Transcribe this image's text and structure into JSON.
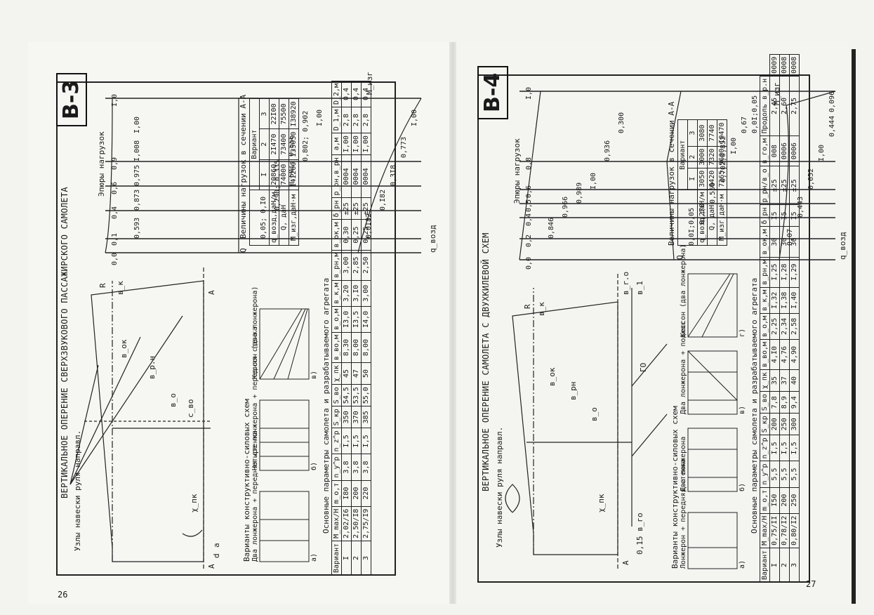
{
  "left": {
    "page_number": "26",
    "badge": "В-3",
    "title": "ВЕРТИКАЛЬНОЕ ОПЕРЕНИЕ СВЕРХЗВУКОВОГО ПАССАЖИРСКОГО САМОЛЕТА",
    "node_label": "Узлы навески руля направл.",
    "diagram_labels": {
      "sec_a": "А",
      "sec_a2": "А",
      "R": "R",
      "bk": "в_к",
      "bok": "в_ок",
      "brn": "в_р.н",
      "bo": "в_о",
      "chi": "χ_пк",
      "ceo": "с_во",
      "a": "a",
      "d": "d"
    },
    "epure_title": "Эпюры нагрузок",
    "q_label": "q_возд",
    "Q_label": "Q",
    "M_label": "M_изг",
    "epure_values": {
      "axis": [
        "0,0",
        "0,1",
        "0,4",
        "0,6",
        "0,9",
        "I,0"
      ],
      "q": [
        "0,593",
        "0,873",
        "0,975",
        "I,008",
        "I,00"
      ],
      "Q": [
        "0,05; 0,I0",
        "0,290; 0,335",
        "0,50I; 0,556",
        "0,802; 0,902",
        "I,00"
      ],
      "M": [
        "0,0I82",
        "0,I82",
        "0,3I8",
        "0,773",
        "I,00"
      ]
    },
    "variants_title": "Варианты конструктивно-силовых схем",
    "variants": [
      "Два лонжерона + передняя стенка",
      "Четыре лонжерона + передняя стенка",
      "Кессон (два лонжерона)"
    ],
    "variant_tags": [
      "а)",
      "б)",
      "в)"
    ],
    "loads_title": "Величины нагрузок в сечении А-А",
    "loads": {
      "header": "Вариант",
      "cols": [
        "I",
        "2",
        "3"
      ],
      "rows": [
        {
          "name": "q_возд,даН/м",
          "vals": [
            "20860",
            "2I470",
            "22I00"
          ]
        },
        {
          "name": "Q, даН",
          "vals": [
            "74000",
            "73400",
            "75500"
          ]
        },
        {
          "name": "M_изг,даН·м",
          "vals": [
            "I4I260",
            "I35050",
            "I38920"
          ]
        }
      ]
    },
    "main_title": "Основные параметры самолета и разрабатываемого агрегата",
    "main_table": {
      "headers": [
        "Вариант",
        "M_max/H",
        "m_о,т",
        "n_y^р",
        "n_z^р",
        "S_кр",
        "S_во",
        "χ_пк",
        "в_во,м",
        "в_о,м",
        "в_к,м",
        "в_рн,м",
        "в_ок,м",
        "δ_рн",
        "р_рн,в_рн",
        "а,м",
        "D_1,м",
        "D_2,м"
      ],
      "rows": [
        [
          "I",
          "2,02/I6",
          "I80",
          "3,8",
          "I,5",
          "350",
          "54,5",
          "45",
          "8,30",
          "I3,0",
          "3,20",
          "3,00",
          "0,30",
          "±25",
          "0004",
          "I,00",
          "2,8",
          "0,4"
        ],
        [
          "2",
          "2,50/I8",
          "200",
          "3,8",
          "I,5",
          "370",
          "53,5",
          "47",
          "8,00",
          "I3,5",
          "3,I0",
          "2,85",
          "0,25",
          "±25",
          "0004",
          "I,00",
          "2,8",
          "0,4"
        ],
        [
          "3",
          "2,75/I9",
          "220",
          "3,8",
          "I,5",
          "385",
          "55,0",
          "50",
          "8,00",
          "I4,0",
          "3,00",
          "2,50",
          "0,25",
          "±25",
          "0004",
          "I,00",
          "2,8",
          "0,4"
        ]
      ]
    }
  },
  "right": {
    "page_number": "27",
    "badge": "В-4",
    "title": "ВЕРТИКАЛЬНОЕ ОПЕРЕНИЕ САМОЛЕТА С ДВУХКИЛЕВОЙ СХЕМ",
    "node_label": "Узлы навески руля направл.",
    "diagram_labels": {
      "sec_a": "А",
      "R": "R",
      "bk": "в_к",
      "bok": "в_ок",
      "brn": "в_рн",
      "bo": "в_о",
      "chi": "χ_пк",
      "bro": "в_r.o",
      "b1": "в_1",
      "base": "0,15 в_го",
      "go": "ГО"
    },
    "epure_title": "Эпюры нагрузок",
    "q_label": "q_возд",
    "Q_label": "Q",
    "M_label": "M_изг",
    "epure_values": {
      "axis": [
        "0,0",
        "0,2",
        "0,4",
        "0,5",
        "0,6",
        "0,8",
        "I,0"
      ],
      "q": [
        "0,846",
        "0,966",
        "0,989",
        "I,00",
        "0,936",
        "0,300"
      ],
      "Q": [
        "0,0I;0,05",
        "0,270",
        "0,550",
        "0,702;0,852",
        "I,00",
        "0,67",
        "0,0I;0,05"
      ],
      "M": [
        "0,07",
        "0,443",
        "0,652",
        "I,00",
        "0,444",
        "0,096"
      ]
    },
    "variants_title": "Варианты конструктивно-силовых схем",
    "variants": [
      "Лонжерон + передняя стенка",
      "Два лонжерона",
      "Два лонжерона + подкос",
      "Кессон (два лонжерона)"
    ],
    "variant_tags": [
      "а)",
      "б)",
      "в)",
      "г)"
    ],
    "loads_title": "Величины нагрузок в сечении А-А",
    "loads": {
      "header": "Вариант",
      "cols": [
        "I",
        "2",
        "3"
      ],
      "rows": [
        {
          "name": "q_возд,даН/м",
          "vals": [
            "3050",
            "3000",
            "3080"
          ]
        },
        {
          "name": "Q, даН",
          "vals": [
            "6420",
            "7320",
            "7740"
          ]
        },
        {
          "name": "M_изг,даН·м",
          "vals": [
            "7265",
            "9600",
            "I0470"
          ]
        }
      ]
    },
    "main_title": "Основные параметры самолета и разрабатываемого агрегата",
    "main_table": {
      "headers": [
        "Вариант",
        "M_max/H",
        "m_о,т",
        "n_y^р",
        "n_z^р",
        "S_кр",
        "S_во",
        "χ_пк",
        "в_во,м",
        "в_о,м",
        "в_к,м",
        "в_рн,м",
        "в_ок,м",
        "δ_рн",
        "р_рн/в_о",
        "в_го,м",
        "Продоль в_р.н"
      ],
      "rows": [
        [
          "I",
          "0,75/II",
          "I50",
          "5,5",
          "I,5",
          "200",
          "7,8",
          "35",
          "4,I0",
          "2,25",
          "I,32",
          "I,25",
          "30",
          "I5",
          "±25",
          "008",
          "2,45",
          "0009"
        ],
        [
          "2",
          "0,78/I2",
          "200",
          "5,5",
          "I,5",
          "250",
          "8,9",
          "37",
          "4,76",
          "2,34",
          "I,38",
          "I,28",
          "30",
          "I5",
          "±25",
          "0006",
          "2,60",
          "0008"
        ],
        [
          "3",
          "0,80/I2",
          "250",
          "5,5",
          "I,5",
          "300",
          "9,4",
          "40",
          "4,90",
          "2,58",
          "I,40",
          "I,29",
          "30",
          "I5",
          "±25",
          "0006",
          "2,75",
          "0008"
        ]
      ]
    }
  }
}
